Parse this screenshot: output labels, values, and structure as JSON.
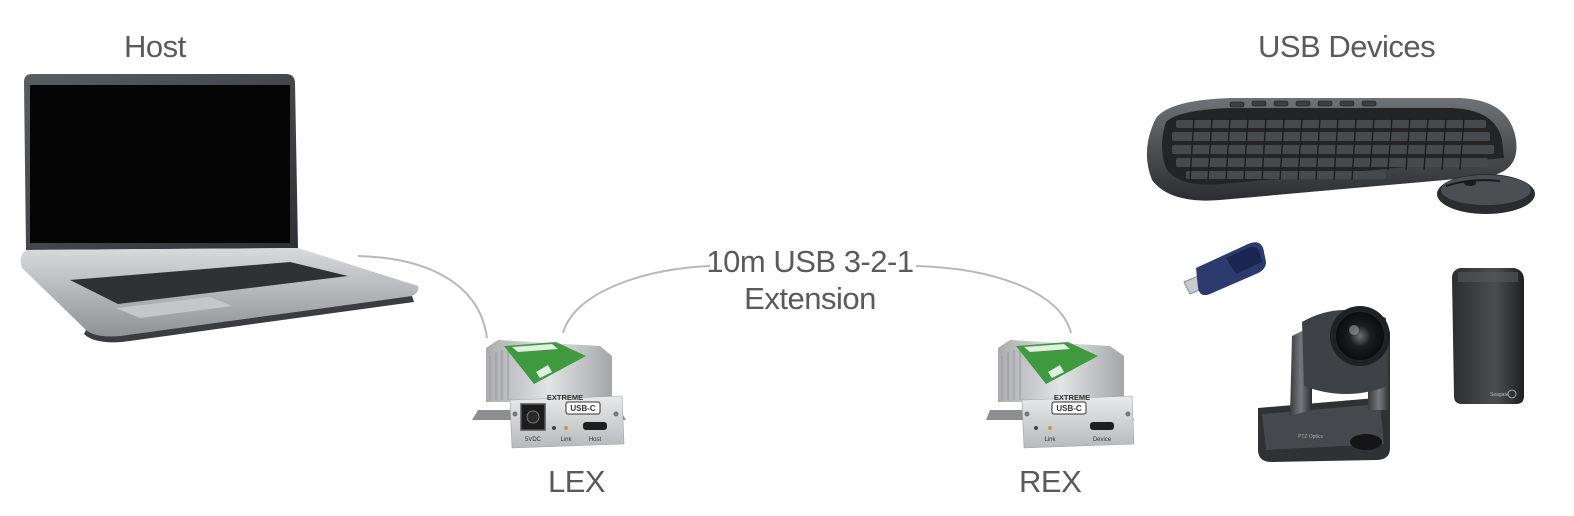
{
  "diagram": {
    "host_label": "Host",
    "devices_label": "USB Devices",
    "extension_line1": "10m USB 3-2-1",
    "extension_line2": "Extension",
    "lex_label": "LEX",
    "rex_label": "REX"
  },
  "lex_unit": {
    "brand_top": "EXTREME",
    "brand_bottom": "USB-C",
    "port_power": "5VDC",
    "port_link": "Link",
    "port_main": "Host"
  },
  "rex_unit": {
    "brand_top": "EXTREME",
    "brand_bottom": "USB-C",
    "port_link": "Link",
    "port_main": "Device"
  },
  "camera": {
    "brand": "PTZ Optics"
  },
  "hard_drive": {
    "brand": "Seagate"
  },
  "colors": {
    "label_text": "#5a5a5a",
    "cable": "#b8b8b8",
    "extender_green": "#3f9a3f",
    "extender_body": "#c9cacc"
  }
}
